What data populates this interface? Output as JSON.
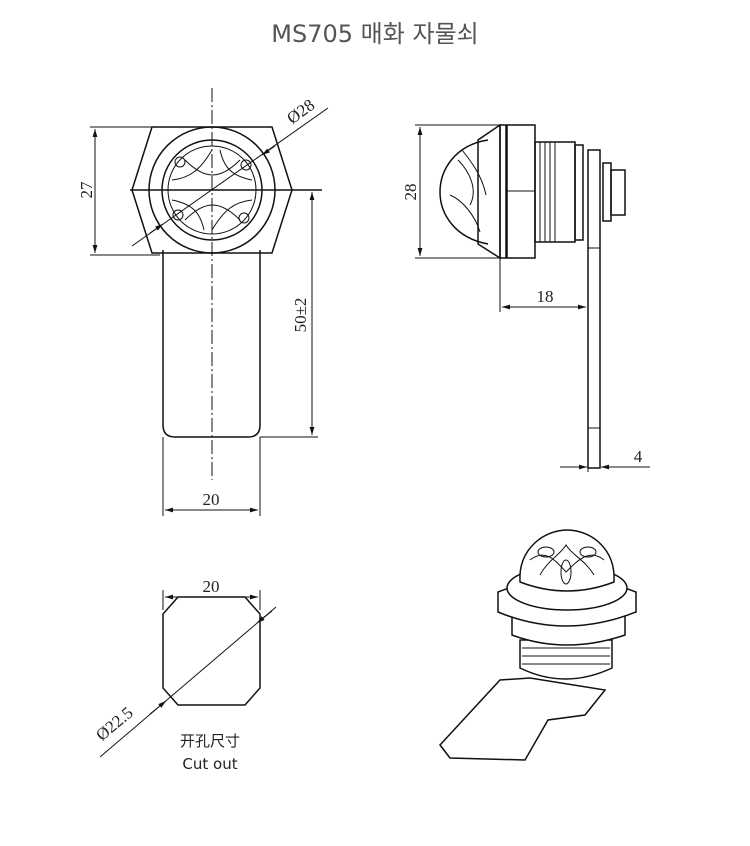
{
  "title": "MS705 매화 자물쇠",
  "front_view": {
    "height_dim": "27",
    "diameter_dim": "Ø28",
    "length_dim": "50±2",
    "width_dim": "20"
  },
  "side_view": {
    "height_dim": "28",
    "depth_dim": "18",
    "thickness_dim": "4"
  },
  "cutout_view": {
    "width_dim": "20",
    "diameter_dim": "Ø22.5",
    "label_cn": "开孔尺寸",
    "label_en": "Cut out"
  }
}
